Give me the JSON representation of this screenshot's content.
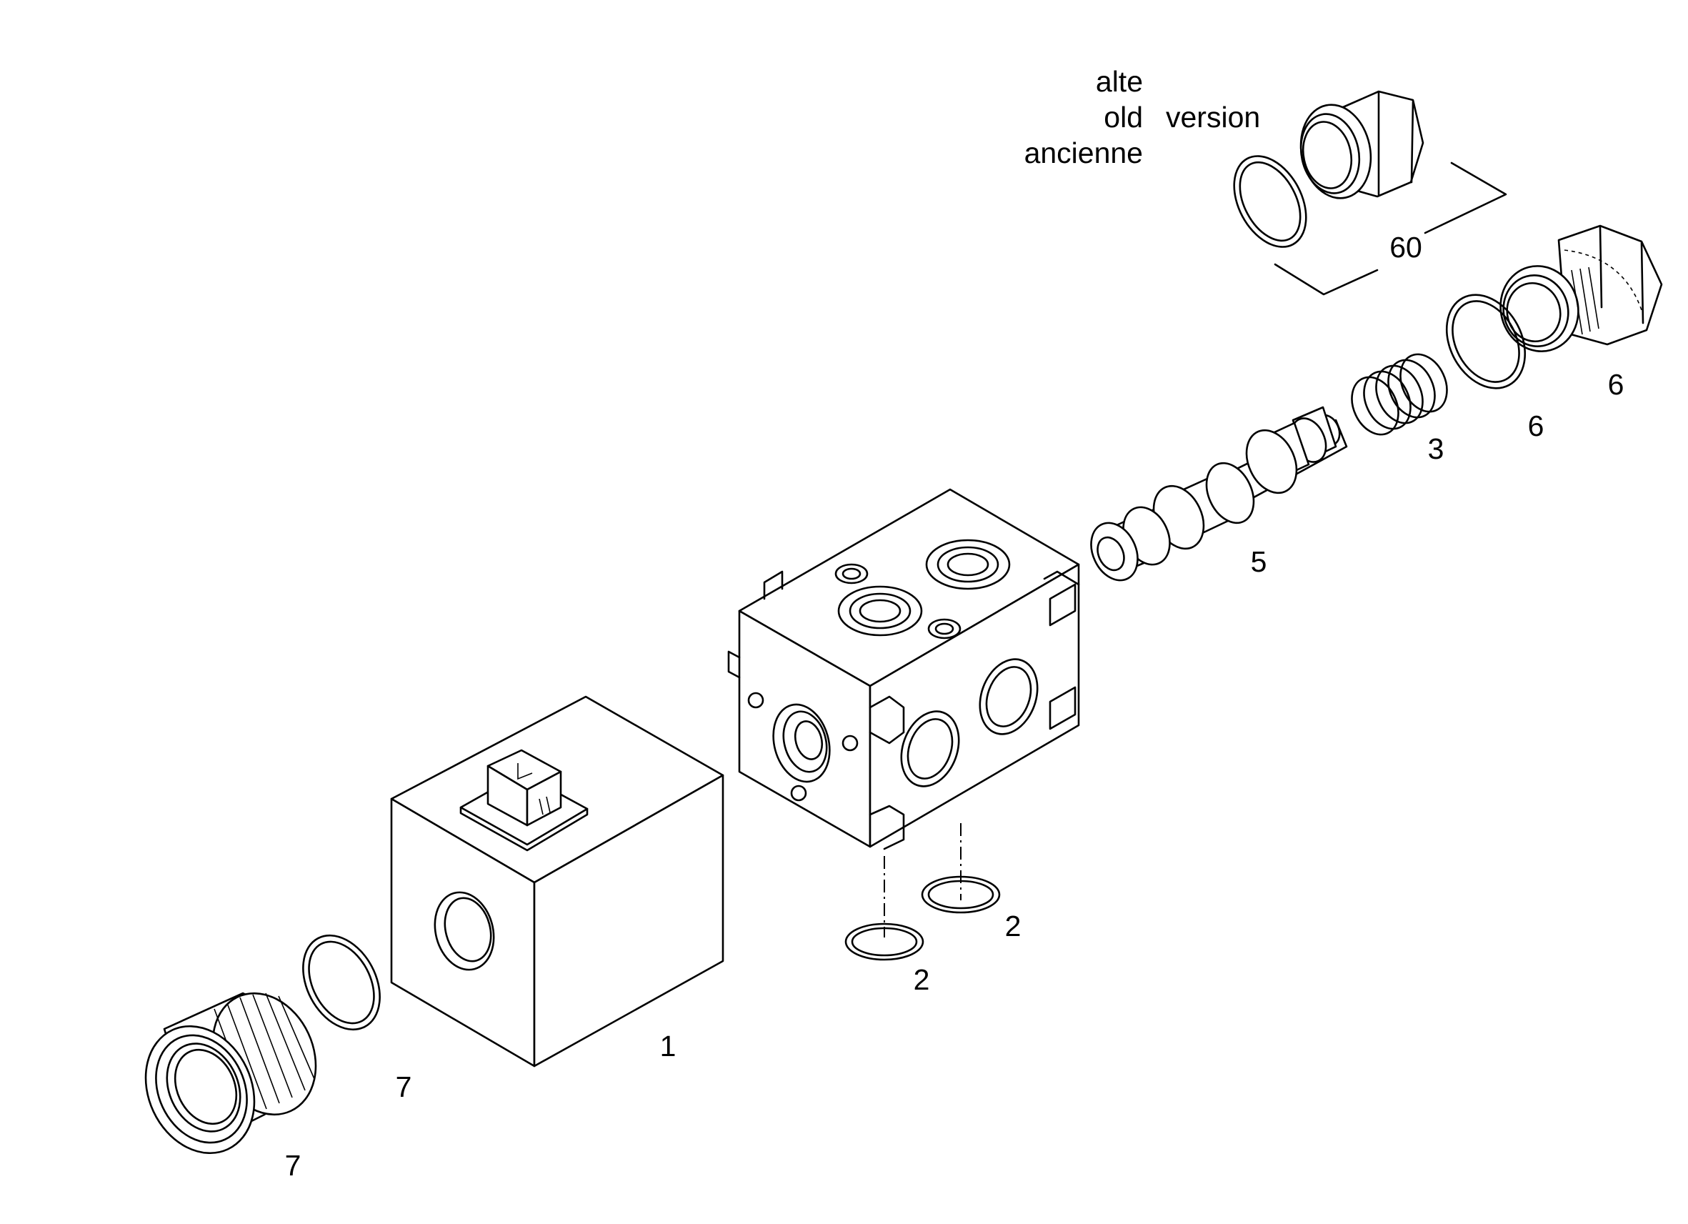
{
  "version_note": {
    "line1": "alte",
    "line2": "old",
    "line3": "ancienne",
    "word": "version"
  },
  "callouts": {
    "coil": "1",
    "seal_lower_left": "2",
    "seal_lower_right": "2",
    "spring": "3",
    "spool": "5",
    "seal_plug": "6",
    "plug": "6",
    "ring_nut_seal": "7",
    "ring_nut": "7",
    "old_version_kit": "60"
  }
}
